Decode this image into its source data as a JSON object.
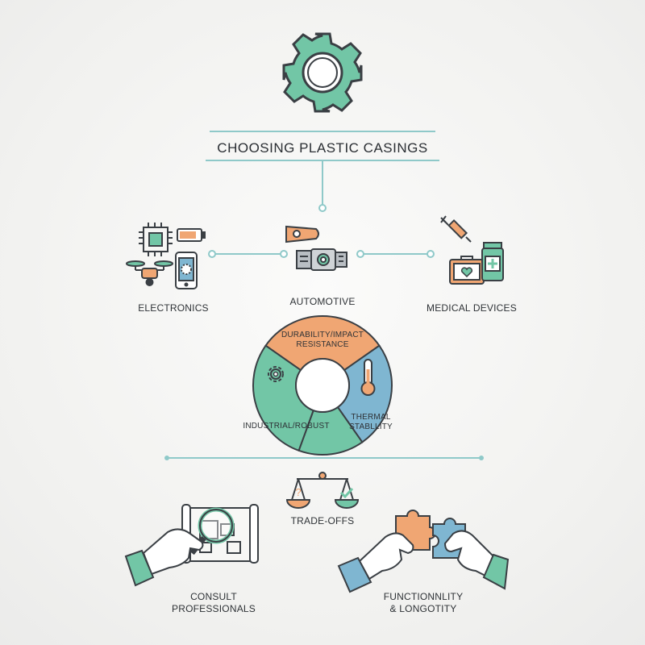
{
  "title": "CHOOSING PLASTIC CASINGS",
  "categories": [
    {
      "label": "ELECTRONICS"
    },
    {
      "label": "AUTOMOTIVE"
    },
    {
      "label": "MEDICAL DEVICES"
    }
  ],
  "wheel": {
    "segments": [
      {
        "label_line1": "DURABILITY/IMPACT",
        "label_line2": "RESISTANCE",
        "color": "#f0a673"
      },
      {
        "label_line1": "THERMAL",
        "label_line2": "STABLLITY",
        "color": "#7fb6d1"
      },
      {
        "label_line1": "INDUSTRIAL/ROBUST",
        "label_line2": "",
        "color": "#72c6a6"
      }
    ]
  },
  "tradeoffs": {
    "label": "TRADE-OFFS"
  },
  "bottom": [
    {
      "line1": "CONSULT",
      "line2": "PROFESSIONALS"
    },
    {
      "line1": "FUNCTIONNLITY",
      "line2": "& LONGOTITY"
    }
  ],
  "colors": {
    "teal": "#72c6a6",
    "orange": "#f0a673",
    "blue": "#7fb6d1",
    "outline": "#3a3f44",
    "connector": "#8fc9c9"
  }
}
